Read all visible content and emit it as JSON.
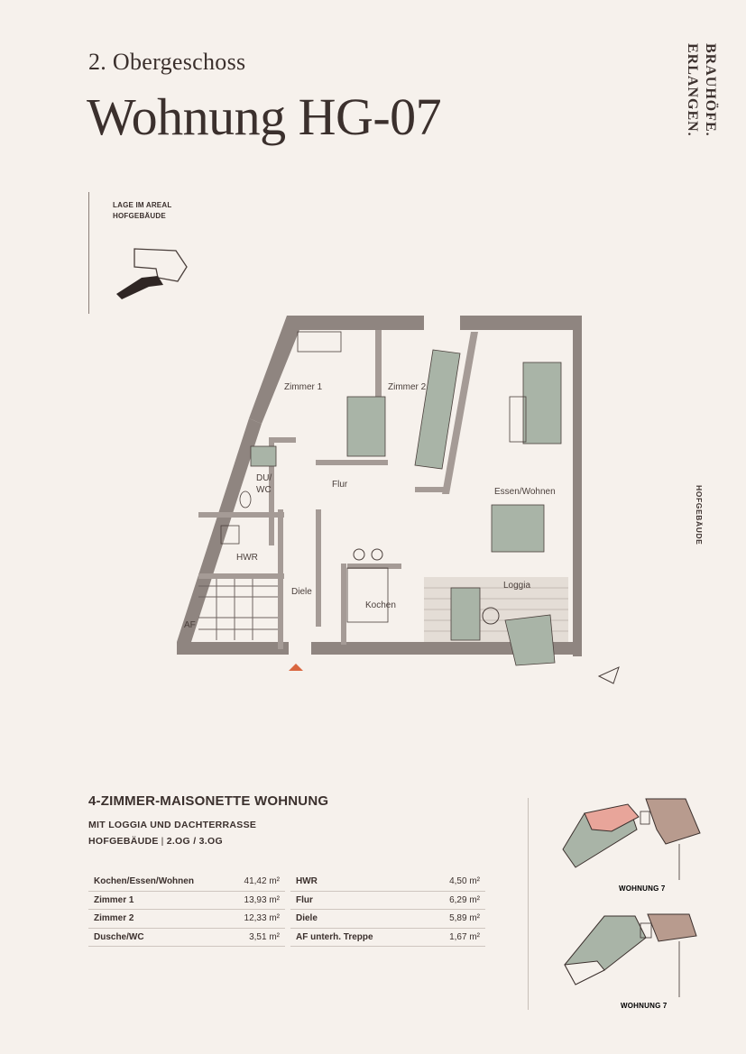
{
  "header": {
    "floor": "2. Obergeschoss",
    "title": "Wohnung HG-07"
  },
  "logo": {
    "line1": "BRAUHÖFE.",
    "line2": "ERLANGEN."
  },
  "location": {
    "line1": "LAGE IM AREAL",
    "line2": "HOFGEBÄUDE"
  },
  "side_label": "HOFGEBÄUDE",
  "plan": {
    "rooms": {
      "zimmer1": "Zimmer 1",
      "zimmer2": "Zimmer 2",
      "du_wc_1": "DU/",
      "du_wc_2": "WC",
      "flur": "Flur",
      "essen_wohnen": "Essen/Wohnen",
      "hwr": "HWR",
      "diele": "Diele",
      "kochen": "Kochen",
      "loggia": "Loggia",
      "af": "AF"
    }
  },
  "summary": {
    "heading": "4-ZIMMER-MAISONETTE WOHNUNG",
    "line1": "MIT LOGGIA UND DACHTERRASSE",
    "building": "HOFGEBÄUDE",
    "floors": "2.OG / 3.OG"
  },
  "areas_left": [
    {
      "name": "Kochen/Essen/Wohnen",
      "value": "41,42 m²"
    },
    {
      "name": "Zimmer 1",
      "value": "13,93 m²"
    },
    {
      "name": "Zimmer 2",
      "value": "12,33 m²"
    },
    {
      "name": "Dusche/WC",
      "value": "3,51 m²"
    }
  ],
  "areas_right": [
    {
      "name": "HWR",
      "value": "4,50 m²"
    },
    {
      "name": "Flur",
      "value": "6,29 m²"
    },
    {
      "name": "Diele",
      "value": "5,89 m²"
    },
    {
      "name": "AF unterh. Treppe",
      "value": "1,67 m²"
    }
  ],
  "thumbnails": {
    "label_top": "WOHNUNG 7",
    "label_bottom": "WOHNUNG 7"
  },
  "colors": {
    "background": "#f6f1ec",
    "wall": "#8a807c",
    "highlight": "#e8a59a",
    "accent_arrow": "#d9663f",
    "green": "#a9b4a7",
    "brown": "#b89b8e"
  }
}
